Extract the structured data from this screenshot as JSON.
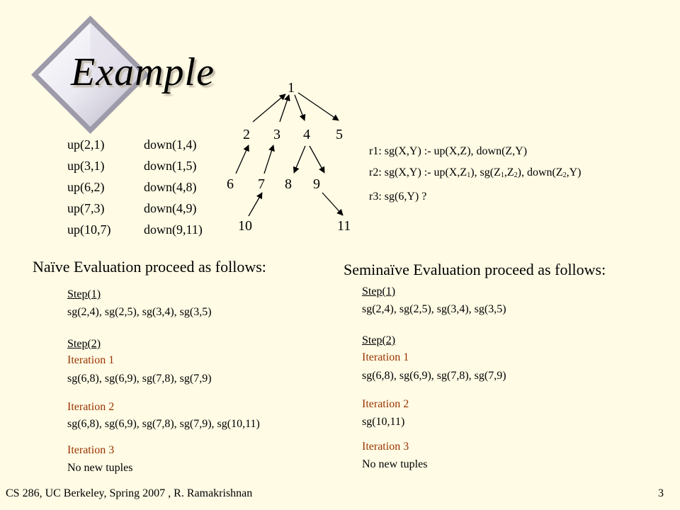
{
  "title": "Example",
  "tree": {
    "nodes": {
      "n1": "1",
      "n2": "2",
      "n3": "3",
      "n4": "4",
      "n5": "5",
      "n6": "6",
      "n7": "7",
      "n8": "8",
      "n9": "9",
      "n10": "10",
      "n11": "11"
    }
  },
  "facts": {
    "up": [
      "up(2,1)",
      "up(3,1)",
      "up(6,2)",
      "up(7,3)",
      "up(10,7)"
    ],
    "down": [
      "down(1,4)",
      "down(1,5)",
      "down(4,8)",
      "down(4,9)",
      "down(9,11)"
    ]
  },
  "rules": {
    "r1": "r1: sg(X,Y) :- up(X,Z), down(Z,Y)",
    "r2_prefix": "r2: sg(X,Y) :- up(X,Z",
    "r2_s1": "1",
    "r2_mid1": "), sg(Z",
    "r2_s2": "1",
    "r2_mid2": ",Z",
    "r2_s3": "2",
    "r2_mid3": "), down(Z",
    "r2_s4": "2",
    "r2_suffix": ",Y)",
    "r3": "r3: sg(6,Y) ?"
  },
  "naive": {
    "heading": "Naïve Evaluation proceed as follows:",
    "step1_label": "Step(1)",
    "step1_result": "sg(2,4), sg(2,5), sg(3,4), sg(3,5)",
    "step2_label": "Step(2)",
    "iter1_label": "Iteration 1",
    "iter1_result": "sg(6,8), sg(6,9), sg(7,8), sg(7,9)",
    "iter2_label": "Iteration 2",
    "iter2_result": "sg(6,8), sg(6,9), sg(7,8), sg(7,9), sg(10,11)",
    "iter3_label": "Iteration 3",
    "iter3_result": "No new tuples"
  },
  "seminaive": {
    "heading": "Seminaïve Evaluation proceed as follows:",
    "step1_label": "Step(1)",
    "step1_result": "sg(2,4), sg(2,5), sg(3,4), sg(3,5)",
    "step2_label": "Step(2)",
    "iter1_label": "Iteration 1",
    "iter1_result": "sg(6,8), sg(6,9), sg(7,8), sg(7,9)",
    "iter2_label": "Iteration 2",
    "iter2_result": "sg(10,11)",
    "iter3_label": "Iteration 3",
    "iter3_result": "No new tuples"
  },
  "footer": {
    "course": "CS 286, UC Berkeley, Spring 2007 , R. Ramakrishnan",
    "page_number": "3"
  },
  "colors": {
    "background": "#FFFBE5",
    "iteration_label": "#993300"
  }
}
